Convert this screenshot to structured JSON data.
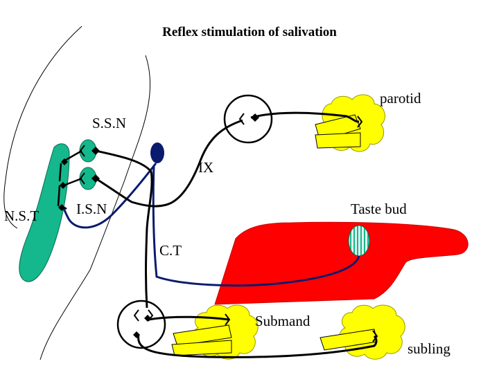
{
  "title": "Reflex stimulation of salivation",
  "labels": {
    "ssn": "S.S.N",
    "isn": "I.S.N",
    "nst": "N.S.T",
    "ix": "IX",
    "ct": "C.T",
    "parotid": "parotid",
    "taste_bud": "Taste bud",
    "submand": "Submand",
    "subling": "subling"
  },
  "colors": {
    "nucleus_green": "#14b88c",
    "tongue_red": "#ff0000",
    "gland_yellow": "#ffff00",
    "duct_yellow": "#ffff00",
    "nerve_blue": "#0a1a6e",
    "nerve_black": "#000000",
    "taste_bud_fill": "#dff5ee",
    "taste_bud_stripe": "#14b88c"
  }
}
